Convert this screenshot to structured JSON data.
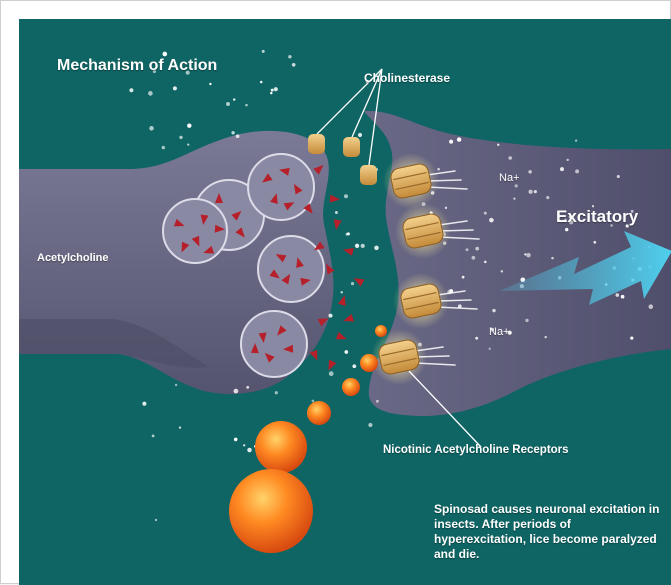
{
  "diagram": {
    "title": "Mechanism of Action",
    "labels": {
      "cholinesterase": "Cholinesterase",
      "acetylcholine": "Acetylcholine",
      "sodium_top": "Na+",
      "sodium_bottom": "Na+",
      "excitatory": "Excitatory",
      "receptors": "Nicotinic Acetylcholine Receptors"
    },
    "caption": "Spinosad causes neuronal excitation in insects. After periods of hyperexcitation, lice become paralyzed and die."
  },
  "colors": {
    "background": "#0f6464",
    "membrane": "#6b6a86",
    "membrane_dark": "#4d4c66",
    "vesicle": "#8a89a3",
    "neurotransmitter": "#b5202a",
    "receptor": "#e2b565",
    "arrow": "#4fc9e6",
    "spinosad": "#f2651a"
  }
}
